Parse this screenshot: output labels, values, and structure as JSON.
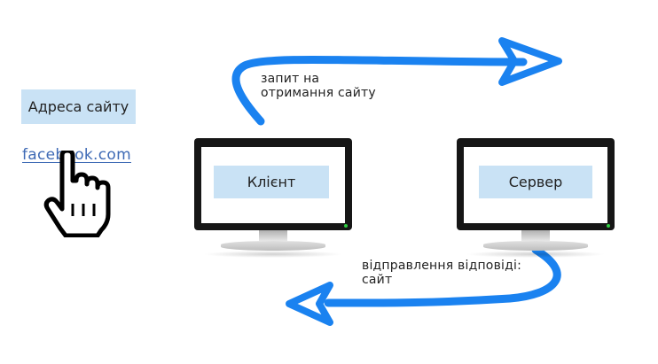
{
  "address_box": {
    "label": "Адреса сайту"
  },
  "site_link": {
    "text": "facebook.com"
  },
  "client": {
    "label": "Клієнт"
  },
  "server": {
    "label": "Сервер"
  },
  "request_caption": {
    "line1": "запит на",
    "line2": "отримання сайту"
  },
  "response_caption": {
    "line1": "відправлення відповіді:",
    "line2": "сайт"
  },
  "colors": {
    "arrow": "#1a82f0",
    "label_bg": "#c9e2f5",
    "monitor": "#161616",
    "link": "#3e6ab5"
  },
  "icons": [
    "hand-pointer-icon",
    "monitor-icon",
    "arrow-right-icon",
    "arrow-left-icon"
  ]
}
